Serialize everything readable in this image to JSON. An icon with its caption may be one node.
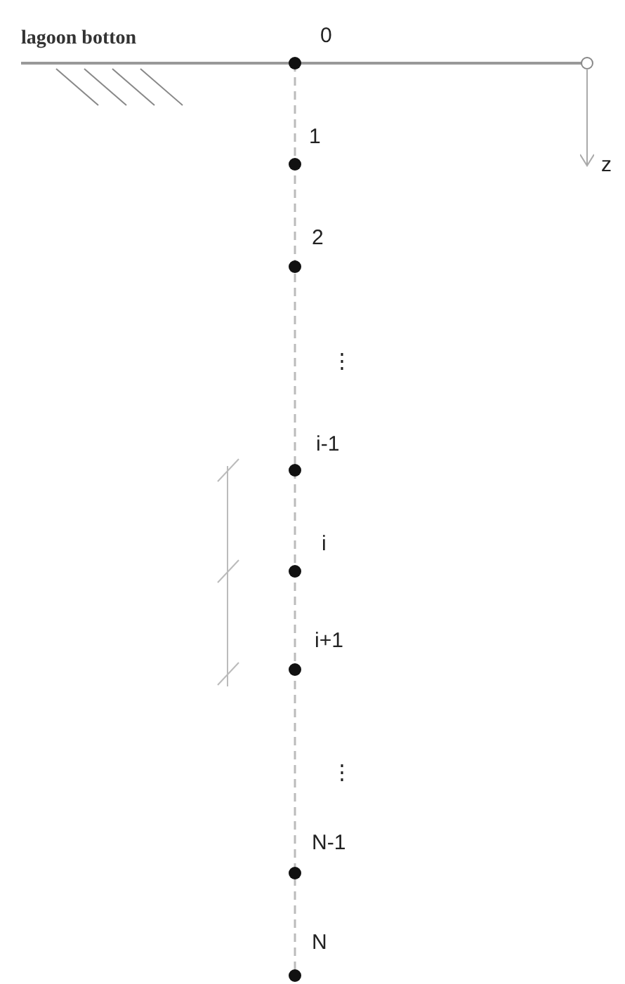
{
  "diagram": {
    "labels": [
      "lagoon botton",
      "0",
      "z",
      "1",
      "2",
      "⋮",
      "i-1",
      "i",
      "i+1",
      "⋮",
      "N-1",
      "N"
    ]
  }
}
